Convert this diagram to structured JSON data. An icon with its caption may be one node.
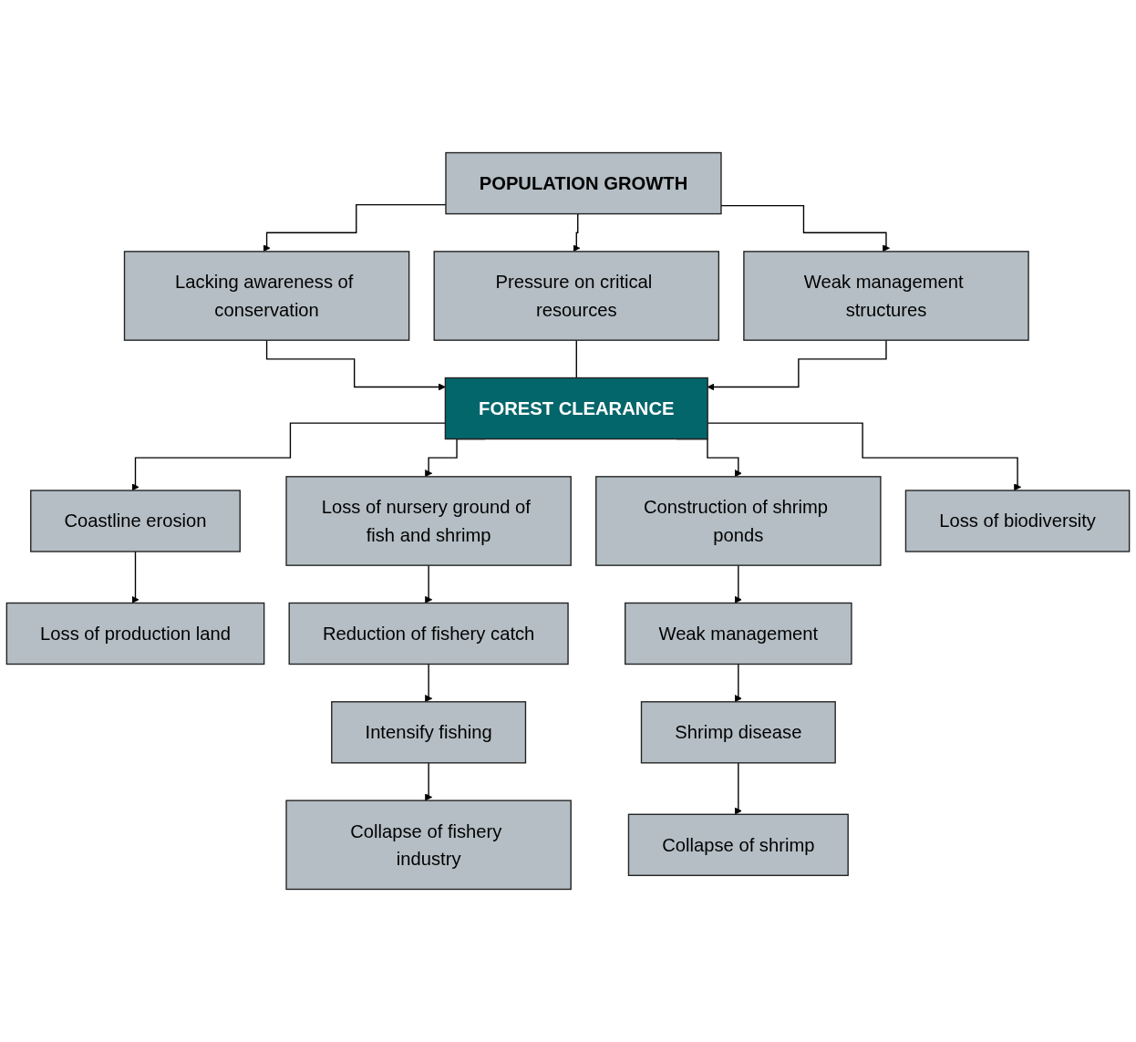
{
  "diagram": {
    "nodes": [
      {
        "text": [
          "POPULATION GROWTH"
        ]
      },
      {
        "text": [
          "Lacking awareness of conservation"
        ]
      },
      {
        "text": [
          "Pressure on critical resources"
        ]
      },
      {
        "text": [
          "Weak management structures"
        ]
      },
      {
        "text": [
          "FOREST CLEARANCE"
        ]
      },
      {
        "text": [
          "Coastline erosion"
        ]
      },
      {
        "text": [
          "Loss of nursery ground of fish and shrimp"
        ]
      },
      {
        "text": [
          "Construction of shrimp ponds"
        ]
      },
      {
        "text": [
          "Loss of biodiversity"
        ]
      },
      {
        "text": [
          "Loss of production land"
        ]
      },
      {
        "text": [
          "Reduction of fishery catch"
        ]
      },
      {
        "text": [
          "Weak management"
        ]
      },
      {
        "text": [
          "Intensify fishing"
        ]
      },
      {
        "text": [
          "Shrimp disease"
        ]
      },
      {
        "text": [
          "Collapse of fishery industry"
        ]
      },
      {
        "text": [
          "Collapse of shrimp"
        ]
      }
    ],
    "edges": [
      {
        "from": 0,
        "to": 1,
        "arrow": "to"
      },
      {
        "from": 0,
        "to": 2,
        "arrow": "to"
      },
      {
        "from": 0,
        "to": 3,
        "arrow": "to"
      },
      {
        "from": 1,
        "to": 4,
        "arrow": "to"
      },
      {
        "from": 2,
        "to": 4,
        "arrow": "none"
      },
      {
        "from": 3,
        "to": 4,
        "arrow": "to"
      },
      {
        "from": 4,
        "to": 5,
        "arrow": "to"
      },
      {
        "from": 4,
        "to": 6,
        "arrow": "to"
      },
      {
        "from": 4,
        "to": 7,
        "arrow": "to"
      },
      {
        "from": 4,
        "to": 8,
        "arrow": "to"
      },
      {
        "from": 5,
        "to": 9,
        "arrow": "to"
      },
      {
        "from": 6,
        "to": 10,
        "arrow": "to"
      },
      {
        "from": 10,
        "to": 12,
        "arrow": "to"
      },
      {
        "from": 12,
        "to": 14,
        "arrow": "to"
      },
      {
        "from": 7,
        "to": 11,
        "arrow": "to"
      },
      {
        "from": 11,
        "to": 13,
        "arrow": "to"
      },
      {
        "from": 13,
        "to": 15,
        "arrow": "to"
      }
    ]
  }
}
